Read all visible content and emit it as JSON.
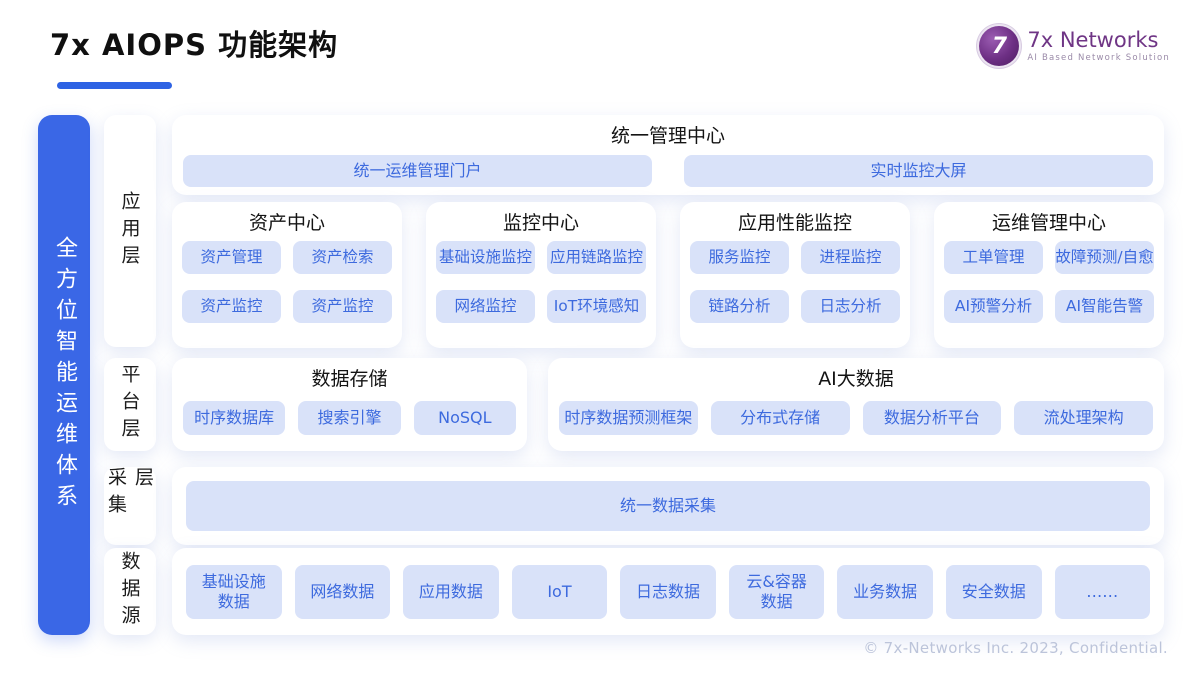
{
  "page": {
    "title": "7x AIOPS 功能架构",
    "footer": "© 7x-Networks Inc. 2023, Confidential."
  },
  "logo": {
    "mark": "7",
    "brand": "7x Networks",
    "tagline": "AI Based Network Solution"
  },
  "banner": {
    "text": "全方位智能运维体系"
  },
  "layers": {
    "app": "应用层",
    "platform": "平台层",
    "collect": "采集层",
    "source": "数据源"
  },
  "sections": {
    "unified_mgmt": {
      "title": "统一管理中心",
      "items": [
        "统一运维管理门户",
        "实时监控大屏"
      ]
    },
    "asset_center": {
      "title": "资产中心",
      "items": [
        "资产管理",
        "资产检索",
        "资产监控",
        "资产监控"
      ]
    },
    "monitor_center": {
      "title": "监控中心",
      "items": [
        "基础设施监控",
        "应用链路监控",
        "网络监控",
        "IoT环境感知"
      ]
    },
    "apm": {
      "title": "应用性能监控",
      "items": [
        "服务监控",
        "进程监控",
        "链路分析",
        "日志分析"
      ]
    },
    "ops_mgmt": {
      "title": "运维管理中心",
      "items": [
        "工单管理",
        "故障预测/自愈",
        "AI预警分析",
        "AI智能告警"
      ]
    },
    "data_storage": {
      "title": "数据存储",
      "items": [
        "时序数据库",
        "搜索引擎",
        "NoSQL"
      ]
    },
    "ai_bigdata": {
      "title": "AI大数据",
      "items": [
        "时序数据预测框架",
        "分布式存储",
        "数据分析平台",
        "流处理架构"
      ]
    },
    "unified_collect": {
      "items": [
        "统一数据采集"
      ]
    },
    "data_sources": {
      "items": [
        "基础设施\n数据",
        "网络数据",
        "应用数据",
        "IoT",
        "日志数据",
        "云&容器\n数据",
        "业务数据",
        "安全数据",
        "……"
      ]
    }
  },
  "colors": {
    "accent_blue": "#3a67e6",
    "chip_bg": "#d9e2f9",
    "chip_text": "#3d6ade",
    "brand_purple": "#6f3585"
  }
}
